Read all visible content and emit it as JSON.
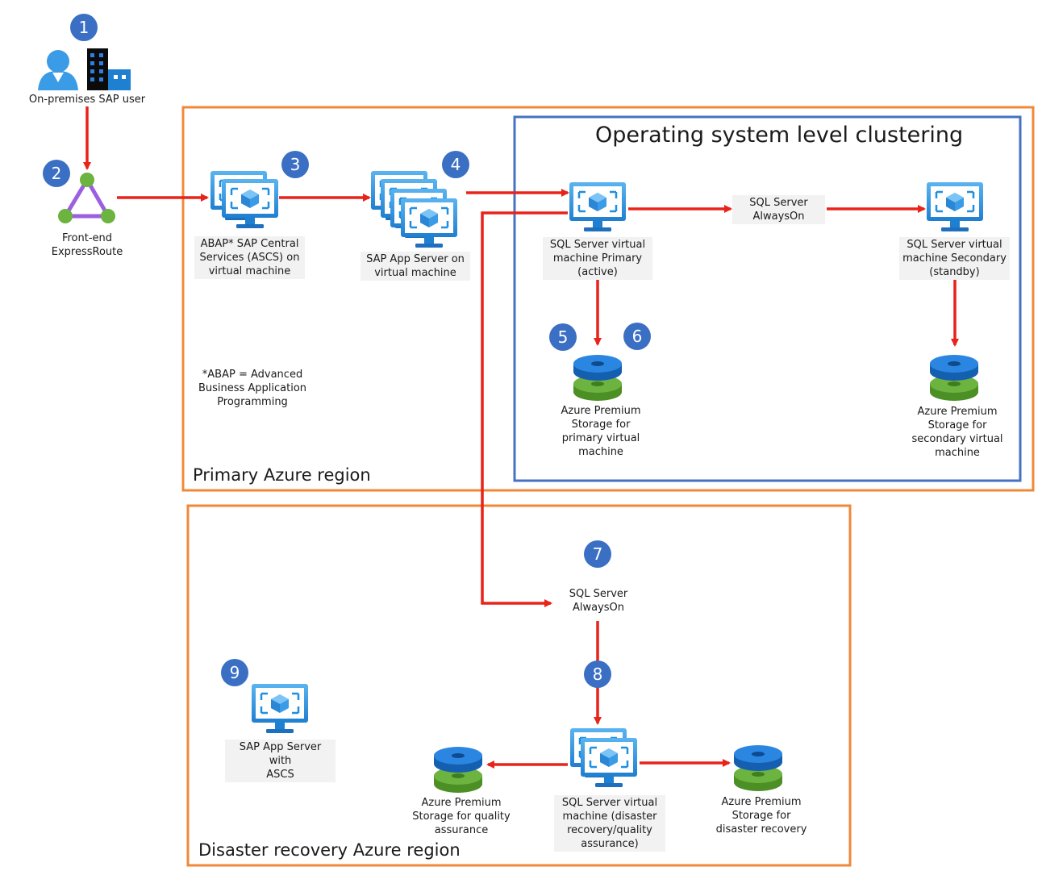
{
  "colors": {
    "region_border": "#f0883a",
    "cluster_border": "#4472c4",
    "arrow": "#e8231a",
    "badge": "#3a6fc4",
    "vm_blue": "#1f8fe0",
    "disk_blue": "#1a73c8",
    "disk_green": "#5aa02c"
  },
  "badges": [
    "1",
    "2",
    "3",
    "4",
    "5",
    "6",
    "7",
    "8",
    "9"
  ],
  "regions": {
    "primary": "Primary Azure region",
    "dr": "Disaster recovery Azure region",
    "cluster": "Operating system level clustering"
  },
  "labels": {
    "onprem_user": "On-premises SAP user",
    "expressroute": "Front-end\nExpressRoute",
    "ascs": "ABAP* SAP Central\nServices (ASCS) on\nvirtual machine",
    "app_server": "SAP App Server on\nvirtual machine",
    "abap_note": "*ABAP = Advanced\nBusiness Application\nProgramming",
    "sql_primary": "SQL Server virtual\nmachine Primary\n(active)",
    "alwayson_1": "SQL Server\nAlwaysOn",
    "sql_secondary": "SQL Server virtual\nmachine Secondary\n(standby)",
    "storage_primary": "Azure Premium\nStorage for\nprimary virtual\nmachine",
    "storage_secondary": "Azure Premium\nStorage for\nsecondary virtual\nmachine",
    "alwayson_dr": "SQL Server\nAlwaysOn",
    "app_server_ascs": "SAP App Server with\nASCS",
    "storage_qa": "Azure Premium\nStorage for quality\nassurance",
    "sql_dr": "SQL Server virtual\nmachine (disaster\nrecovery/quality\nassurance)",
    "storage_dr": "Azure Premium\nStorage for\ndisaster recovery"
  },
  "icons": [
    "user-icon",
    "building-icon",
    "expressroute-icon",
    "virtual-machine-icon",
    "managed-disk-icon"
  ]
}
